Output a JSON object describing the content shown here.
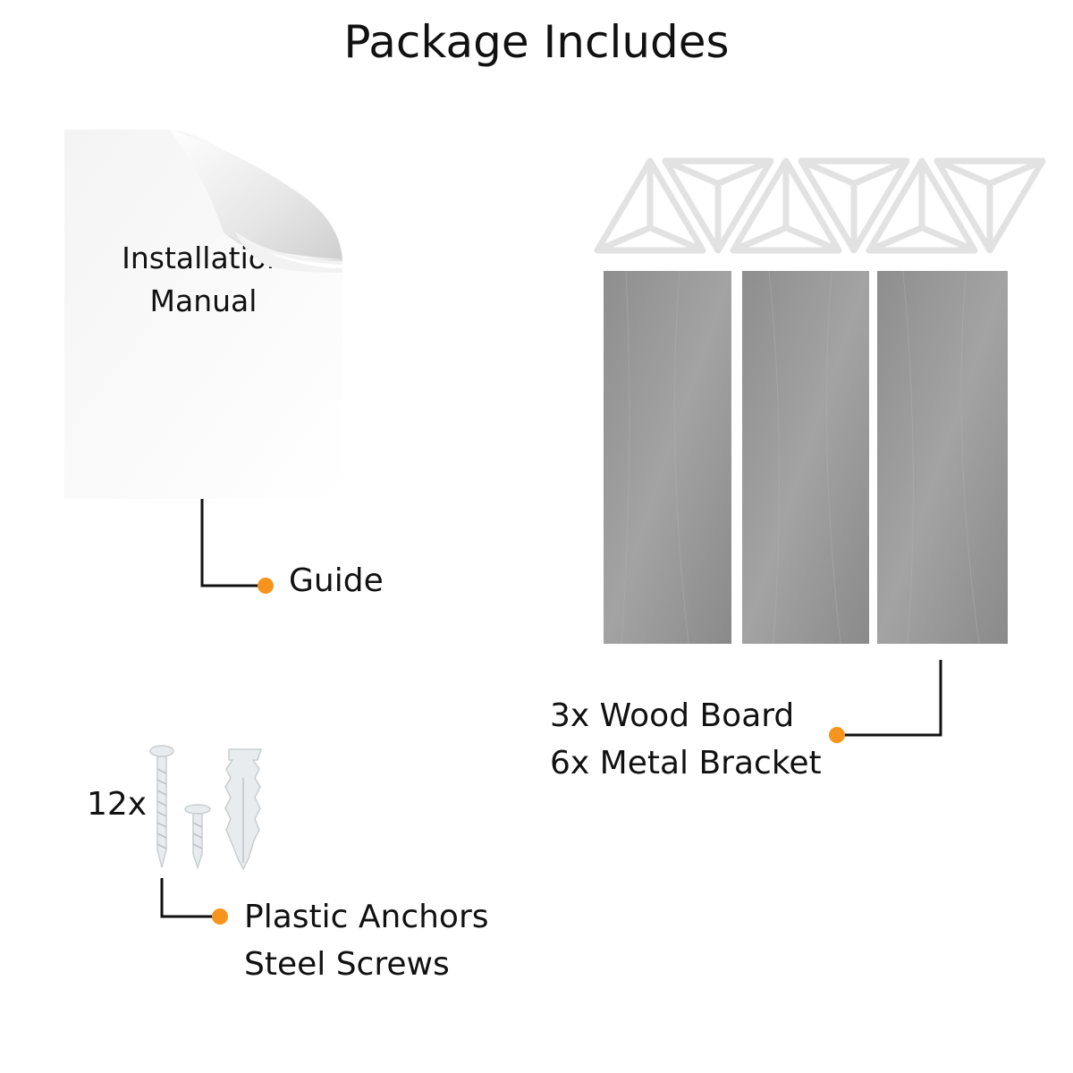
{
  "title": "Package Includes",
  "manual": {
    "line1": "Installation",
    "line2": "Manual"
  },
  "labels": {
    "guide": "Guide",
    "boards": [
      "3x Wood Board",
      "6x Metal Bracket"
    ],
    "hardware_count": "12x",
    "hardware": [
      "Plastic Anchors",
      "Steel Screws"
    ]
  },
  "colors": {
    "accent": "#f7941d",
    "board": "#9a9a9a",
    "line": "#111111"
  }
}
